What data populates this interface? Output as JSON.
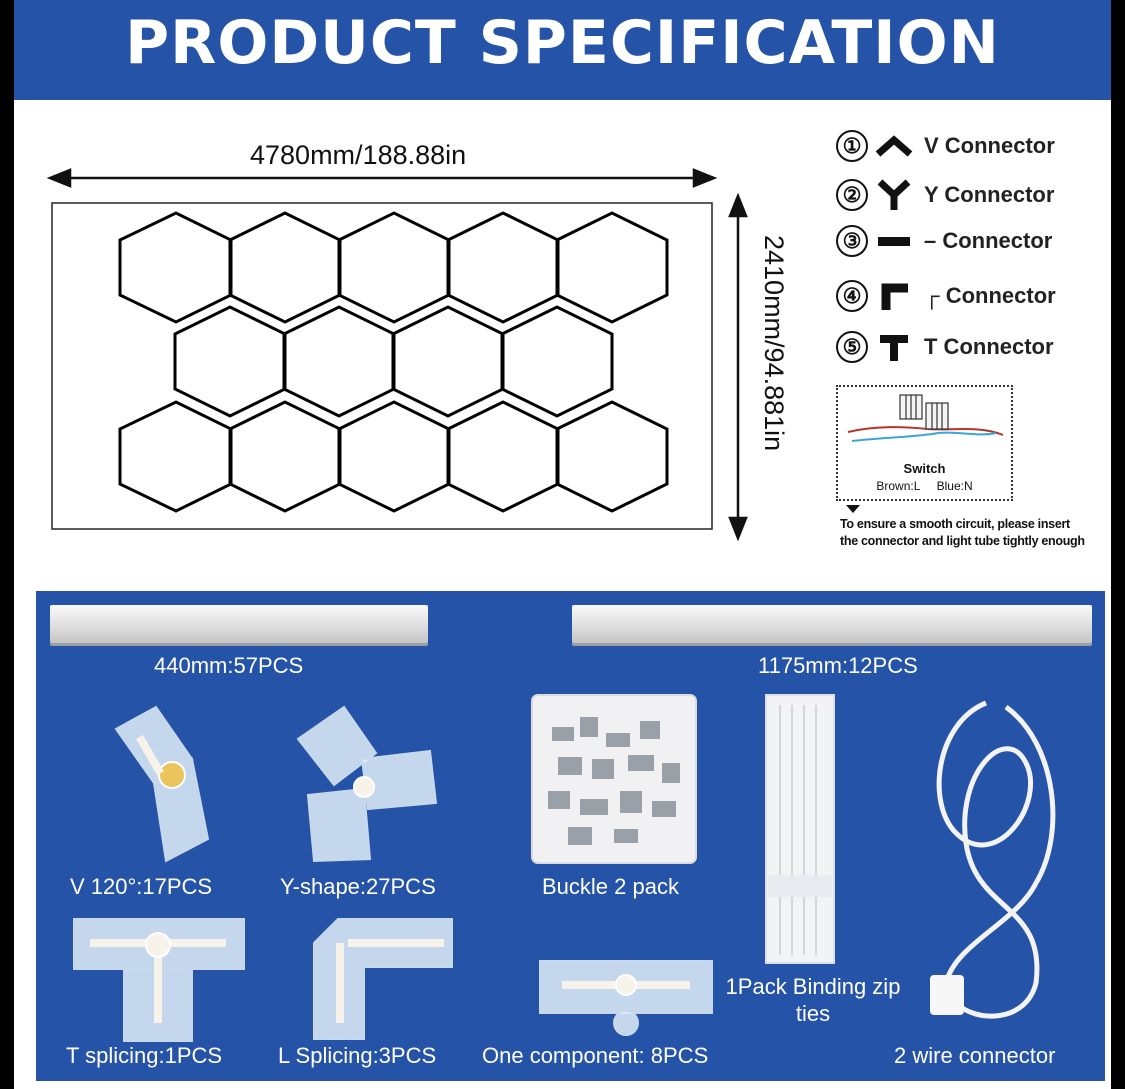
{
  "header": {
    "title": "PRODUCT SPECIFICATION"
  },
  "diagram": {
    "width_label": "4780mm/188.88in",
    "height_label": "2410mm/94.881in"
  },
  "legend": [
    {
      "num": "①",
      "icon": "v-connector-icon",
      "label": "V Connector"
    },
    {
      "num": "②",
      "icon": "y-connector-icon",
      "label": "Y Connector"
    },
    {
      "num": "③",
      "icon": "straight-connector-icon",
      "label": "– Connector"
    },
    {
      "num": "④",
      "icon": "l-connector-icon",
      "label": "┌ Connector"
    },
    {
      "num": "⑤",
      "icon": "t-connector-icon",
      "label": "T Connector"
    }
  ],
  "switch": {
    "title": "Switch",
    "wiring": "Brown:L     Blue:N",
    "tip": "To ensure a smooth circuit, please insert the connector and light tube tightly enough"
  },
  "parts": {
    "tube_short": "440mm:57PCS",
    "tube_long": "1175mm:12PCS",
    "v120": "V 120°:17PCS",
    "yshape": "Y-shape:27PCS",
    "buckle": "Buckle 2 pack",
    "zip": "1Pack Binding zip ties",
    "t_splice": "T splicing:1PCS",
    "l_splice": "L Splicing:3PCS",
    "one_comp": "One component: 8PCS",
    "wire": "2 wire connector"
  },
  "colors": {
    "header_blue": "#2553a8",
    "panel_blue": "#2553a8"
  }
}
